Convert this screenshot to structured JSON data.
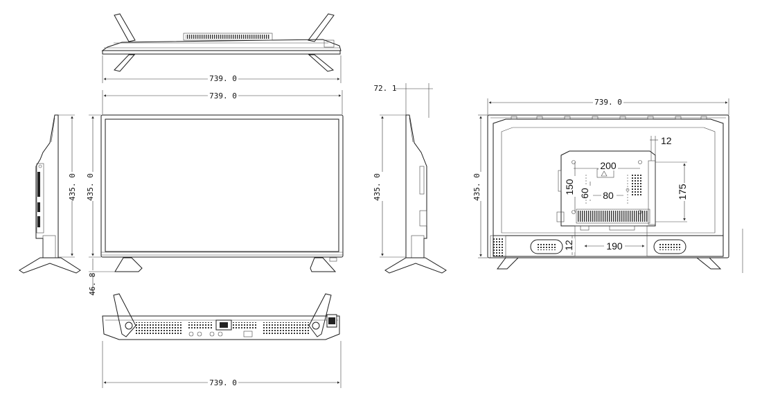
{
  "top_view": {
    "width_label": "739. 0"
  },
  "front_view": {
    "width_label": "739. 0",
    "height_label": "435. 0",
    "stand_label": "46. 8"
  },
  "left_view": {
    "height_label": "435. 0"
  },
  "right_view": {
    "depth_label": "72. 1",
    "height_label": "435. 0"
  },
  "back_view": {
    "width_label": "739. 0",
    "height_label": "435. 0",
    "dim_12_top": "12",
    "dim_200": "200",
    "dim_150": "150",
    "dim_60": "60",
    "dim_80": "80",
    "dim_175": "175",
    "dim_12_bottom": "12",
    "dim_190": "190"
  },
  "bottom_view": {
    "width_label": "739. 0"
  }
}
